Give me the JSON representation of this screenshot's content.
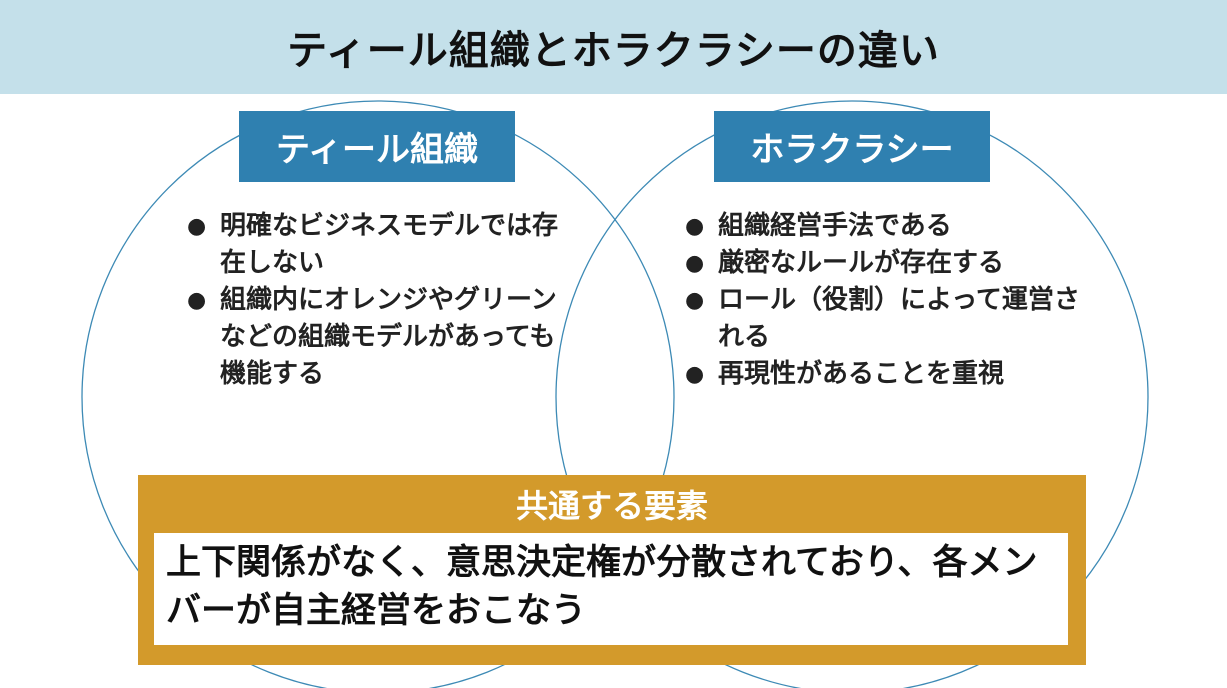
{
  "title": "ティール組織とホラクラシーの違い",
  "left_circle": {
    "label": "ティール組織",
    "bullet_symbol": "●",
    "items": [
      "明確なビジネスモデルでは存在しない",
      "組織内にオレンジやグリーンなどの組織モデルがあっても機能する"
    ]
  },
  "right_circle": {
    "label": "ホラクラシー",
    "bullet_symbol": "●",
    "items": [
      "組織経営手法である",
      "厳密なルールが存在する",
      "ロール（役割）によって運営される",
      "再現性があることを重視"
    ]
  },
  "common": {
    "title": "共通する要素",
    "text": "上下関係がなく、意思決定権が分散されており、各メンバーが自主経営をおこなう"
  },
  "colors": {
    "title_bar": "#c4e0ea",
    "label_bg": "#2f80b0",
    "common_bg": "#d39a2b",
    "circle_stroke": "#3d8ab5"
  }
}
